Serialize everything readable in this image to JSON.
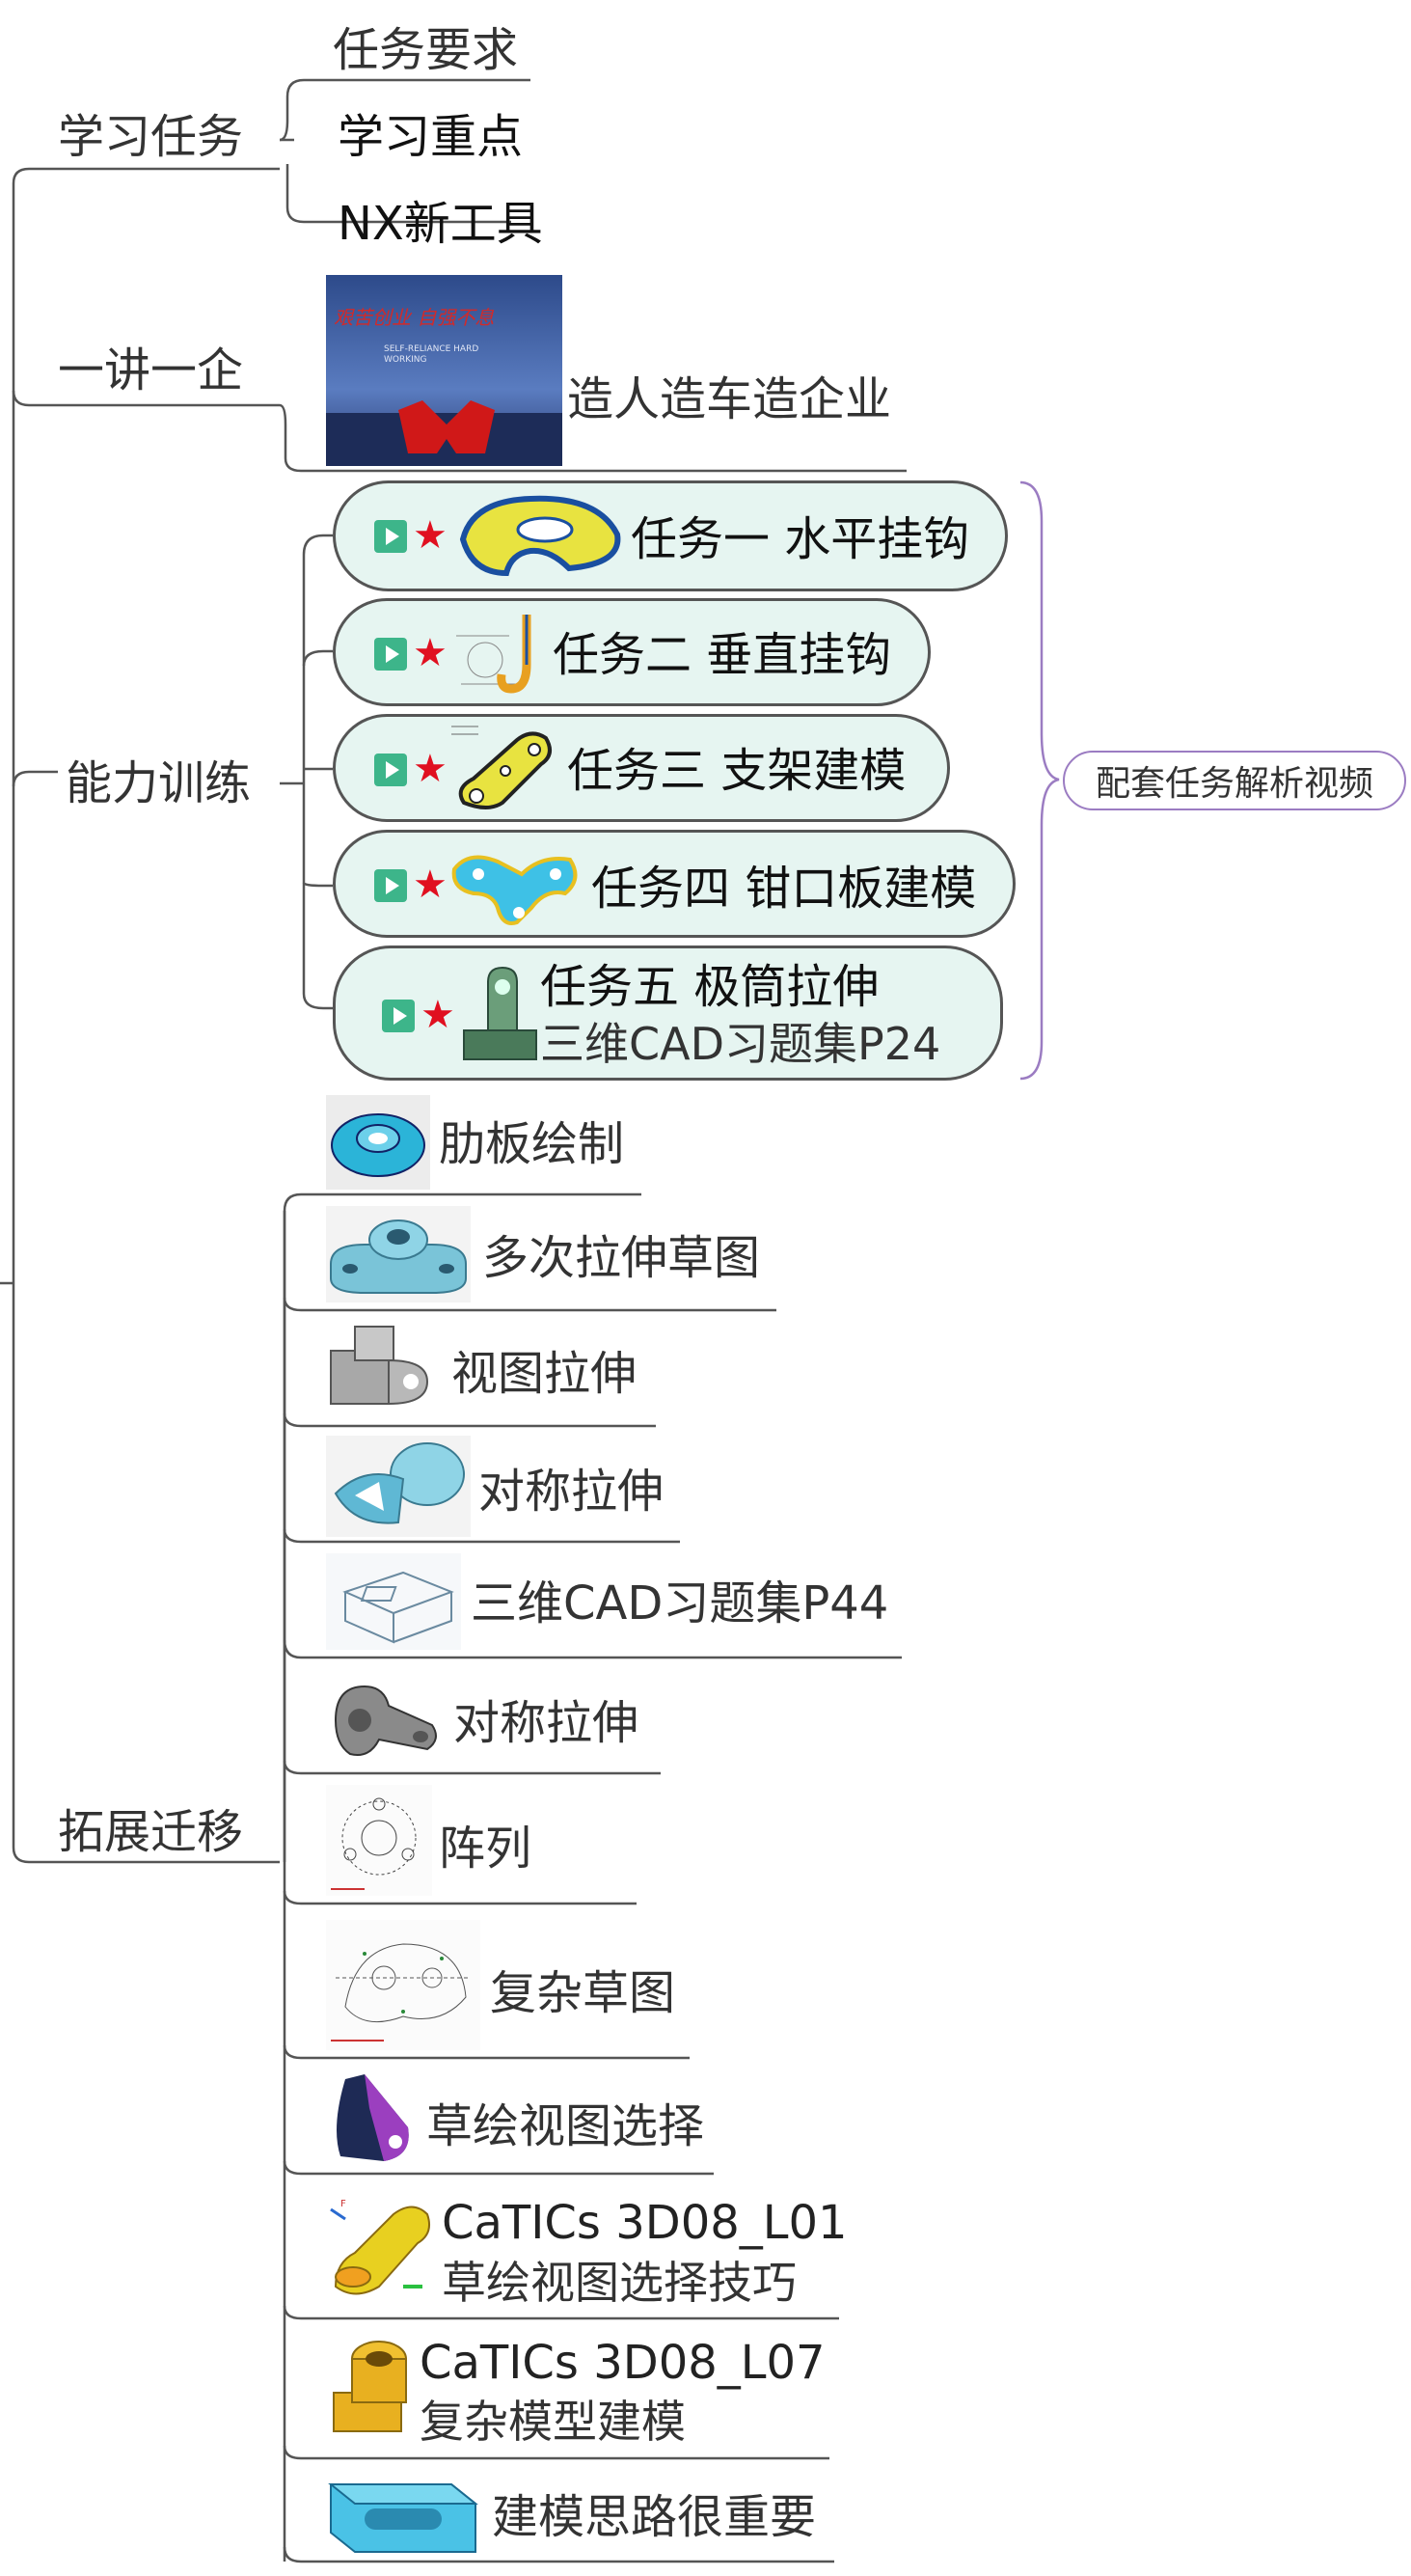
{
  "branches": {
    "study_task": "学习任务",
    "lecture": "一讲一企",
    "ability": "能力训练",
    "extend": "拓展迁移"
  },
  "study_items": [
    "任务要求",
    "学习重点",
    "NX新工具"
  ],
  "lecture": {
    "item": "造人造车造企业",
    "photo_slogan": "艰苦创业  自强不息",
    "photo_sub": "SELF-RELIANCE  HARD WORKING"
  },
  "tasks": [
    {
      "label": "任务一 水平挂钩",
      "sub": ""
    },
    {
      "label": "任务二 垂直挂钩",
      "sub": ""
    },
    {
      "label": "任务三 支架建模",
      "sub": ""
    },
    {
      "label": "任务四 钳口板建模",
      "sub": ""
    },
    {
      "label": "任务五 极筒拉伸",
      "sub": "三维CAD习题集P24"
    }
  ],
  "callout": "配套任务解析视频",
  "extend_items": [
    {
      "label": "肋板绘制",
      "sub": ""
    },
    {
      "label": "多次拉伸草图",
      "sub": ""
    },
    {
      "label": "视图拉伸",
      "sub": ""
    },
    {
      "label": "对称拉伸",
      "sub": ""
    },
    {
      "label": "三维CAD习题集P44",
      "sub": ""
    },
    {
      "label": "对称拉伸",
      "sub": ""
    },
    {
      "label": "阵列",
      "sub": ""
    },
    {
      "label": "复杂草图",
      "sub": ""
    },
    {
      "label": "草绘视图选择",
      "sub": ""
    },
    {
      "label": "CaTICs 3D08_L01",
      "sub": "草绘视图选择技巧"
    },
    {
      "label": "CaTICs 3D08_L07",
      "sub": "复杂模型建模"
    },
    {
      "label": "建模思路很重要",
      "sub": ""
    }
  ],
  "icons": {
    "play": "play-video-icon",
    "star": "star-icon"
  },
  "colors": {
    "task_fill": "#e6f5f1",
    "task_border": "#555555",
    "play": "#3db58a",
    "star": "#e01020",
    "callout_border": "#9b7cc2",
    "line": "#555555"
  }
}
